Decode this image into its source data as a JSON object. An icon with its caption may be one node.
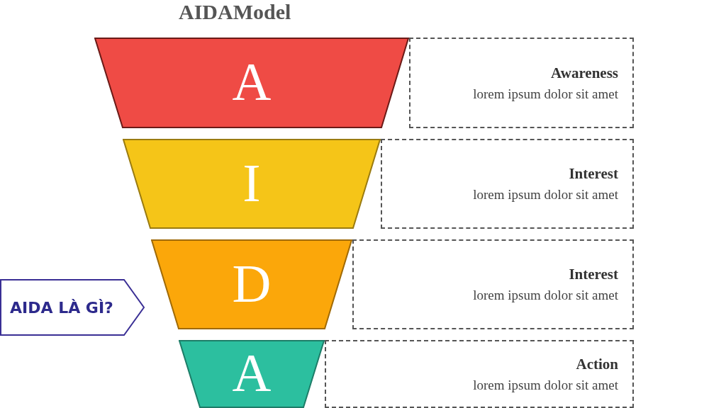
{
  "diagram": {
    "title": "AIDAModel",
    "nodes": [
      {
        "text": [
          "A"
        ]
      },
      {
        "text": [
          "Awareness",
          "lorem ipsum dolor sit amet"
        ]
      },
      {
        "text": [
          "I"
        ]
      },
      {
        "text": [
          "Interest",
          "lorem ipsum dolor sit amet"
        ]
      },
      {
        "text": [
          "D"
        ]
      },
      {
        "text": [
          "Interest",
          "lorem ipsum dolor sit amet"
        ]
      },
      {
        "text": [
          "A"
        ]
      },
      {
        "text": [
          "Action",
          "lorem ipsum dolor sit amet"
        ]
      },
      {
        "text": [
          "AIDA LÀ GÌ?"
        ]
      }
    ]
  }
}
